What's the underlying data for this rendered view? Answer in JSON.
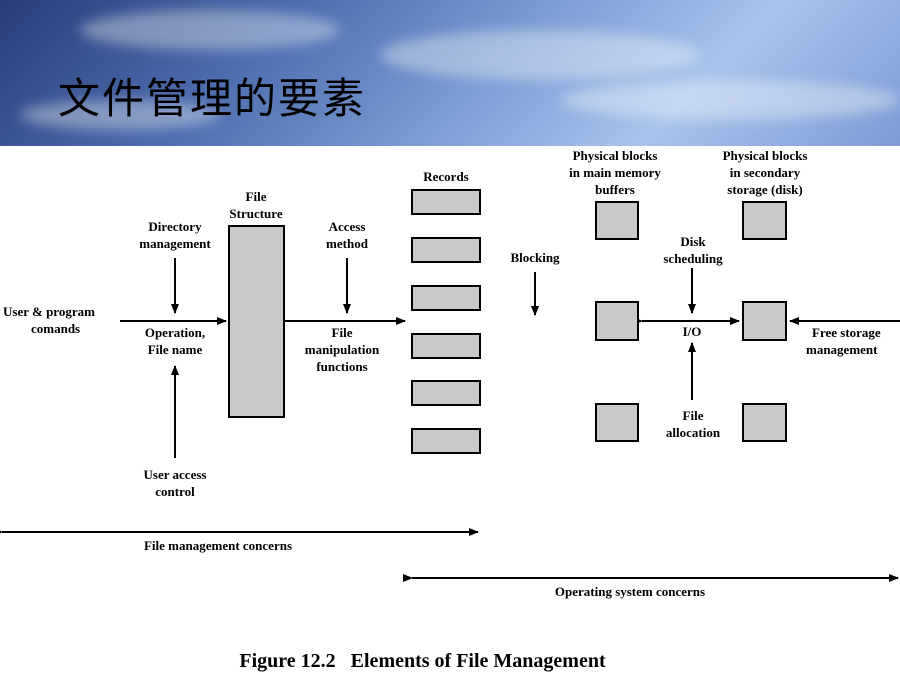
{
  "slide": {
    "title": "文件管理的要素"
  },
  "diagram": {
    "user_program_commands": [
      "User & program",
      "comands"
    ],
    "directory_management": [
      "Directory",
      "management"
    ],
    "file_structure": [
      "File",
      "Structure"
    ],
    "access_method": [
      "Access",
      "method"
    ],
    "records": "Records",
    "operation_file_name": [
      "Operation,",
      "File name"
    ],
    "file_manipulation_functions": [
      "File",
      "manipulation",
      "functions"
    ],
    "user_access_control": [
      "User access",
      "control"
    ],
    "blocking": "Blocking",
    "physical_blocks_main": [
      "Physical blocks",
      "in main memory",
      "buffers"
    ],
    "physical_blocks_secondary": [
      "Physical blocks",
      "in secondary",
      "storage (disk)"
    ],
    "disk_scheduling": [
      "Disk",
      "scheduling"
    ],
    "io": "I/O",
    "free_storage_management": [
      "Free storage",
      "management"
    ],
    "file_allocation": [
      "File",
      "allocation"
    ],
    "file_management_concerns": "File management concerns",
    "operating_system_concerns": "Operating system concerns",
    "figure_caption": "Figure 12.2   Elements of File Management"
  }
}
